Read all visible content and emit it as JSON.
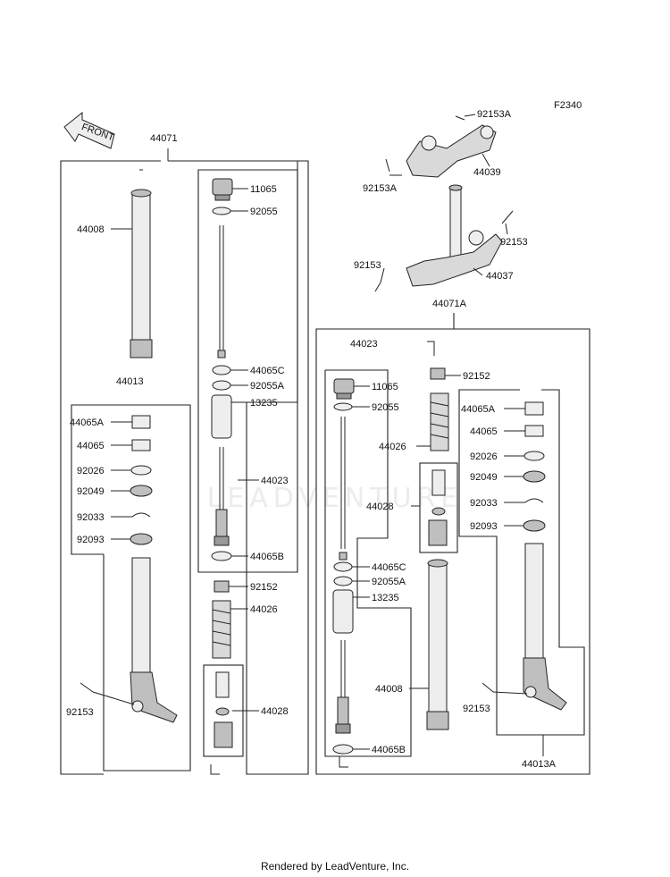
{
  "figure_code": "F2340",
  "front_label": "FRONT",
  "watermark_text": "LEADVENTURE",
  "footer_text": "Rendered by LeadVenture, Inc.",
  "callouts": [
    "92153A",
    "44039",
    "92153A",
    "92153",
    "92153",
    "44037",
    "44071",
    "44071A",
    "44008",
    "44013",
    "11065",
    "92055",
    "44065C",
    "92055A",
    "13235",
    "44023",
    "44065B",
    "44065A",
    "44065",
    "92026",
    "92049",
    "92033",
    "92093",
    "92153",
    "92152",
    "44026",
    "44028",
    "44023",
    "92152",
    "11065",
    "92055",
    "44026",
    "44028",
    "44065C",
    "92055A",
    "13235",
    "44008",
    "44065B",
    "44065A",
    "44065",
    "92026",
    "92049",
    "92033",
    "92093",
    "92153",
    "44013A"
  ]
}
